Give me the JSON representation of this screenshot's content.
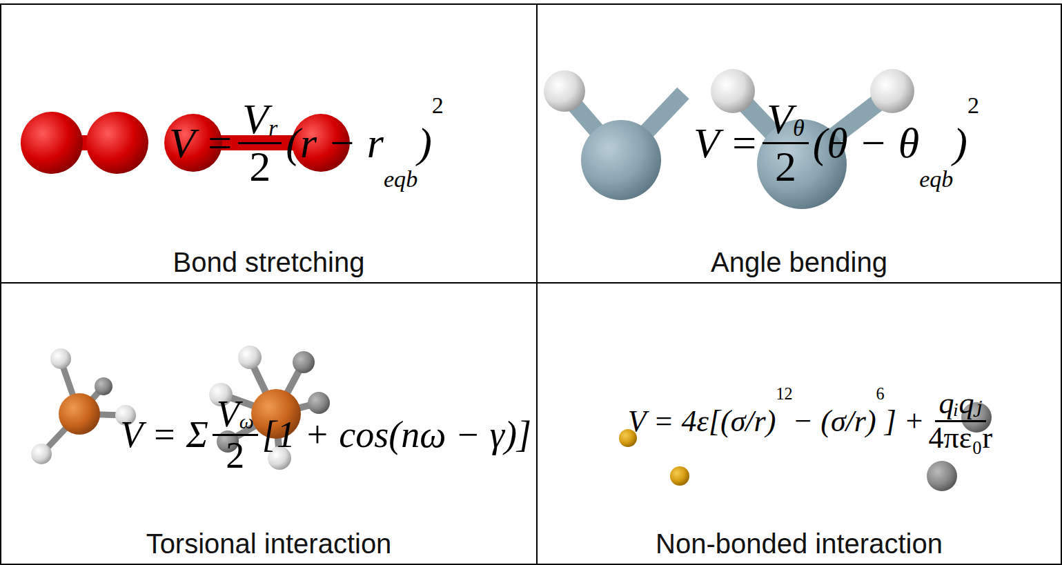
{
  "diagram": {
    "nodes": [
      {
        "text": [
          "Bond stretching"
        ]
      },
      {
        "text": [
          "Angle bending"
        ]
      },
      {
        "text": [
          "Torsional interaction"
        ]
      },
      {
        "text": [
          "Non-bonded interaction"
        ]
      }
    ],
    "labels": [
      "V =",
      "V",
      "r",
      "2",
      "(r − r",
      "eqb",
      ")",
      "2",
      "V =",
      "V",
      "θ",
      "2",
      "(θ − θ",
      "eqb",
      ")",
      "2",
      "V = Σ",
      "V",
      "ω",
      "2",
      "[1 + cos(nω − γ)]",
      "V = 4ε[(σ/r)",
      "12",
      " − (σ/r)",
      "6",
      "] +",
      "qᵢqⱼ",
      "4πε₀r"
    ]
  }
}
